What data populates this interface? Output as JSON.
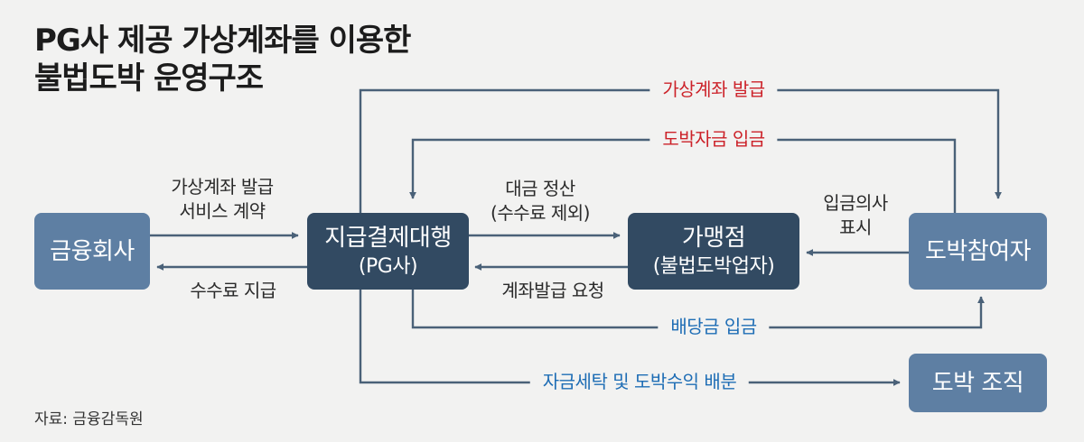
{
  "title": {
    "line1": "PG사 제공 가상계좌를 이용한",
    "line2": "불법도박 운영구조"
  },
  "nodes": {
    "finance": {
      "line1": "금융회사"
    },
    "pg": {
      "line1": "지급결제대행",
      "line2": "(PG사)"
    },
    "merchant": {
      "line1": "가맹점",
      "line2": "(불법도박업자)"
    },
    "gambler": {
      "line1": "도박참여자"
    },
    "org": {
      "line1": "도박 조직"
    }
  },
  "edges": {
    "virtual_account_issue": "가상계좌 발급",
    "gambling_deposit": "도박자금 입금",
    "service_contract": {
      "line1": "가상계좌 발급",
      "line2": "서비스 계약"
    },
    "fee_payment": "수수료 지급",
    "settlement": {
      "line1": "대금 정산",
      "line2": "(수수료 제외)"
    },
    "account_request": "계좌발급 요청",
    "deposit_intent": {
      "line1": "입금의사",
      "line2": "표시"
    },
    "dividend_deposit": "배당금 입금",
    "laundering": "자금세탁 및 도박수익 배분"
  },
  "source": "자료: 금융감독원",
  "colors": {
    "node_light": "#5e7fa3",
    "node_dark": "#324a62",
    "line": "#4a6178",
    "red_text": "#cc2229",
    "blue_text": "#1e6db5",
    "background": "#f2f2f1"
  }
}
